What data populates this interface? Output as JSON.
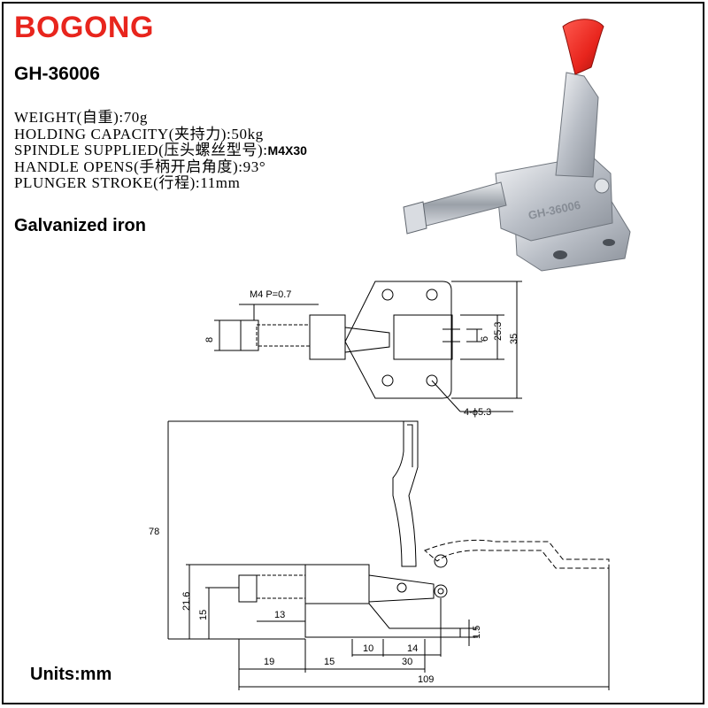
{
  "header": {
    "brand": "BOGONG",
    "model": "GH-36006"
  },
  "specs": [
    {
      "label": "WEIGHT(自重):",
      "value": "70g"
    },
    {
      "label": "HOLDING CAPACITY(夹持力):",
      "value": "50kg"
    },
    {
      "label": "SPINDLE SUPPLIED(压头螺丝型号):",
      "value": "M4X30"
    },
    {
      "label": "HANDLE OPENS(手柄开启角度):",
      "value": "93°"
    },
    {
      "label": "PLUNGER STROKE(行程):",
      "value": "11mm"
    }
  ],
  "material": "Galvanized iron",
  "units": "Units:mm",
  "photo": {
    "engraving": "GH-36006",
    "handle_grip_color": "#e8251d",
    "metal_color": "#c8ccd2"
  },
  "top_view": {
    "thread_label": "M4  P=0.7",
    "dim_width": "8",
    "dim_slot": "6",
    "dim_hole_spacing": "25.3",
    "dim_base_width": "35",
    "dim_holes": "4-ϕ5.3"
  },
  "side_view": {
    "dim_total_height": "78",
    "dim_height_21_6": "21.6",
    "dim_height_15": "15",
    "dim_thread_13": "13",
    "dim_base_1_5": "1.5",
    "dim_19": "19",
    "dim_15": "15",
    "dim_10": "10",
    "dim_14": "14",
    "dim_30": "30",
    "dim_total_length": "109"
  }
}
